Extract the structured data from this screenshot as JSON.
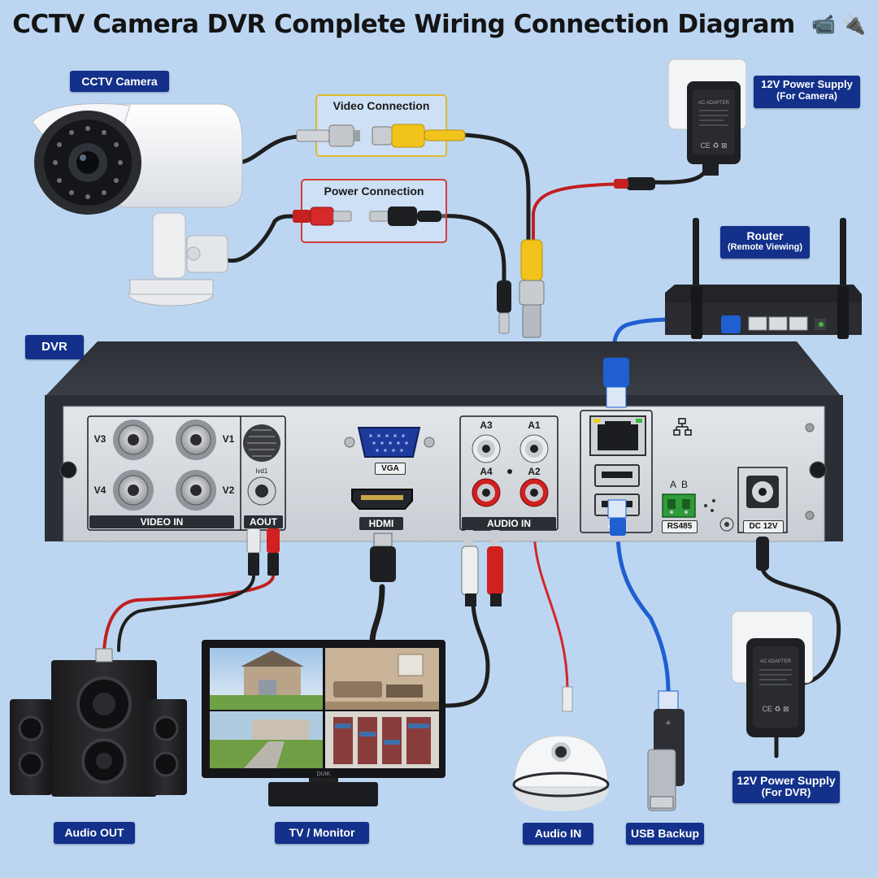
{
  "title": "CCTV Camera DVR Complete Wiring Connection Diagram",
  "title_icons": "📹 🔌",
  "labels": {
    "cctv_camera": "CCTV Camera",
    "dvr": "DVR",
    "router_title": "Router",
    "router_sub": "(Remote Viewing)",
    "psu_camera_title": "12V Power Supply",
    "psu_camera_sub": "(For Camera)",
    "psu_dvr_title": "12V Power Supply",
    "psu_dvr_sub": "(For DVR)",
    "audio_out": "Audio OUT",
    "tv_monitor": "TV / Monitor",
    "audio_in": "Audio IN",
    "usb_backup": "USB Backup"
  },
  "connection_boxes": {
    "video": "Video Connection",
    "power": "Power Connection"
  },
  "dvr_panel": {
    "video_ports": [
      "V3",
      "V1",
      "V4",
      "V2"
    ],
    "video_in": "VIDEO IN",
    "aout": "AOUT",
    "aout_small": "lvd1",
    "vga": "VGA",
    "hdmi": "HDMI",
    "audio_ports": [
      "A3",
      "A1",
      "A4",
      "A2"
    ],
    "audio_in": "AUDIO IN",
    "rs485_ab": "A  B",
    "rs485": "RS485",
    "dc12v": "DC 12V"
  },
  "adapter_text": "AC ADAPTER",
  "monitor_brand": "DUIK",
  "colors": {
    "background": "#bcd6f2",
    "label_bg": "#13318a",
    "video_box_border": "#e0b92a",
    "power_box_border": "#d63b3b",
    "network_cable": "#1f5fd1",
    "video_plug": "#f2c31b",
    "audio_red": "#d21f1f"
  }
}
